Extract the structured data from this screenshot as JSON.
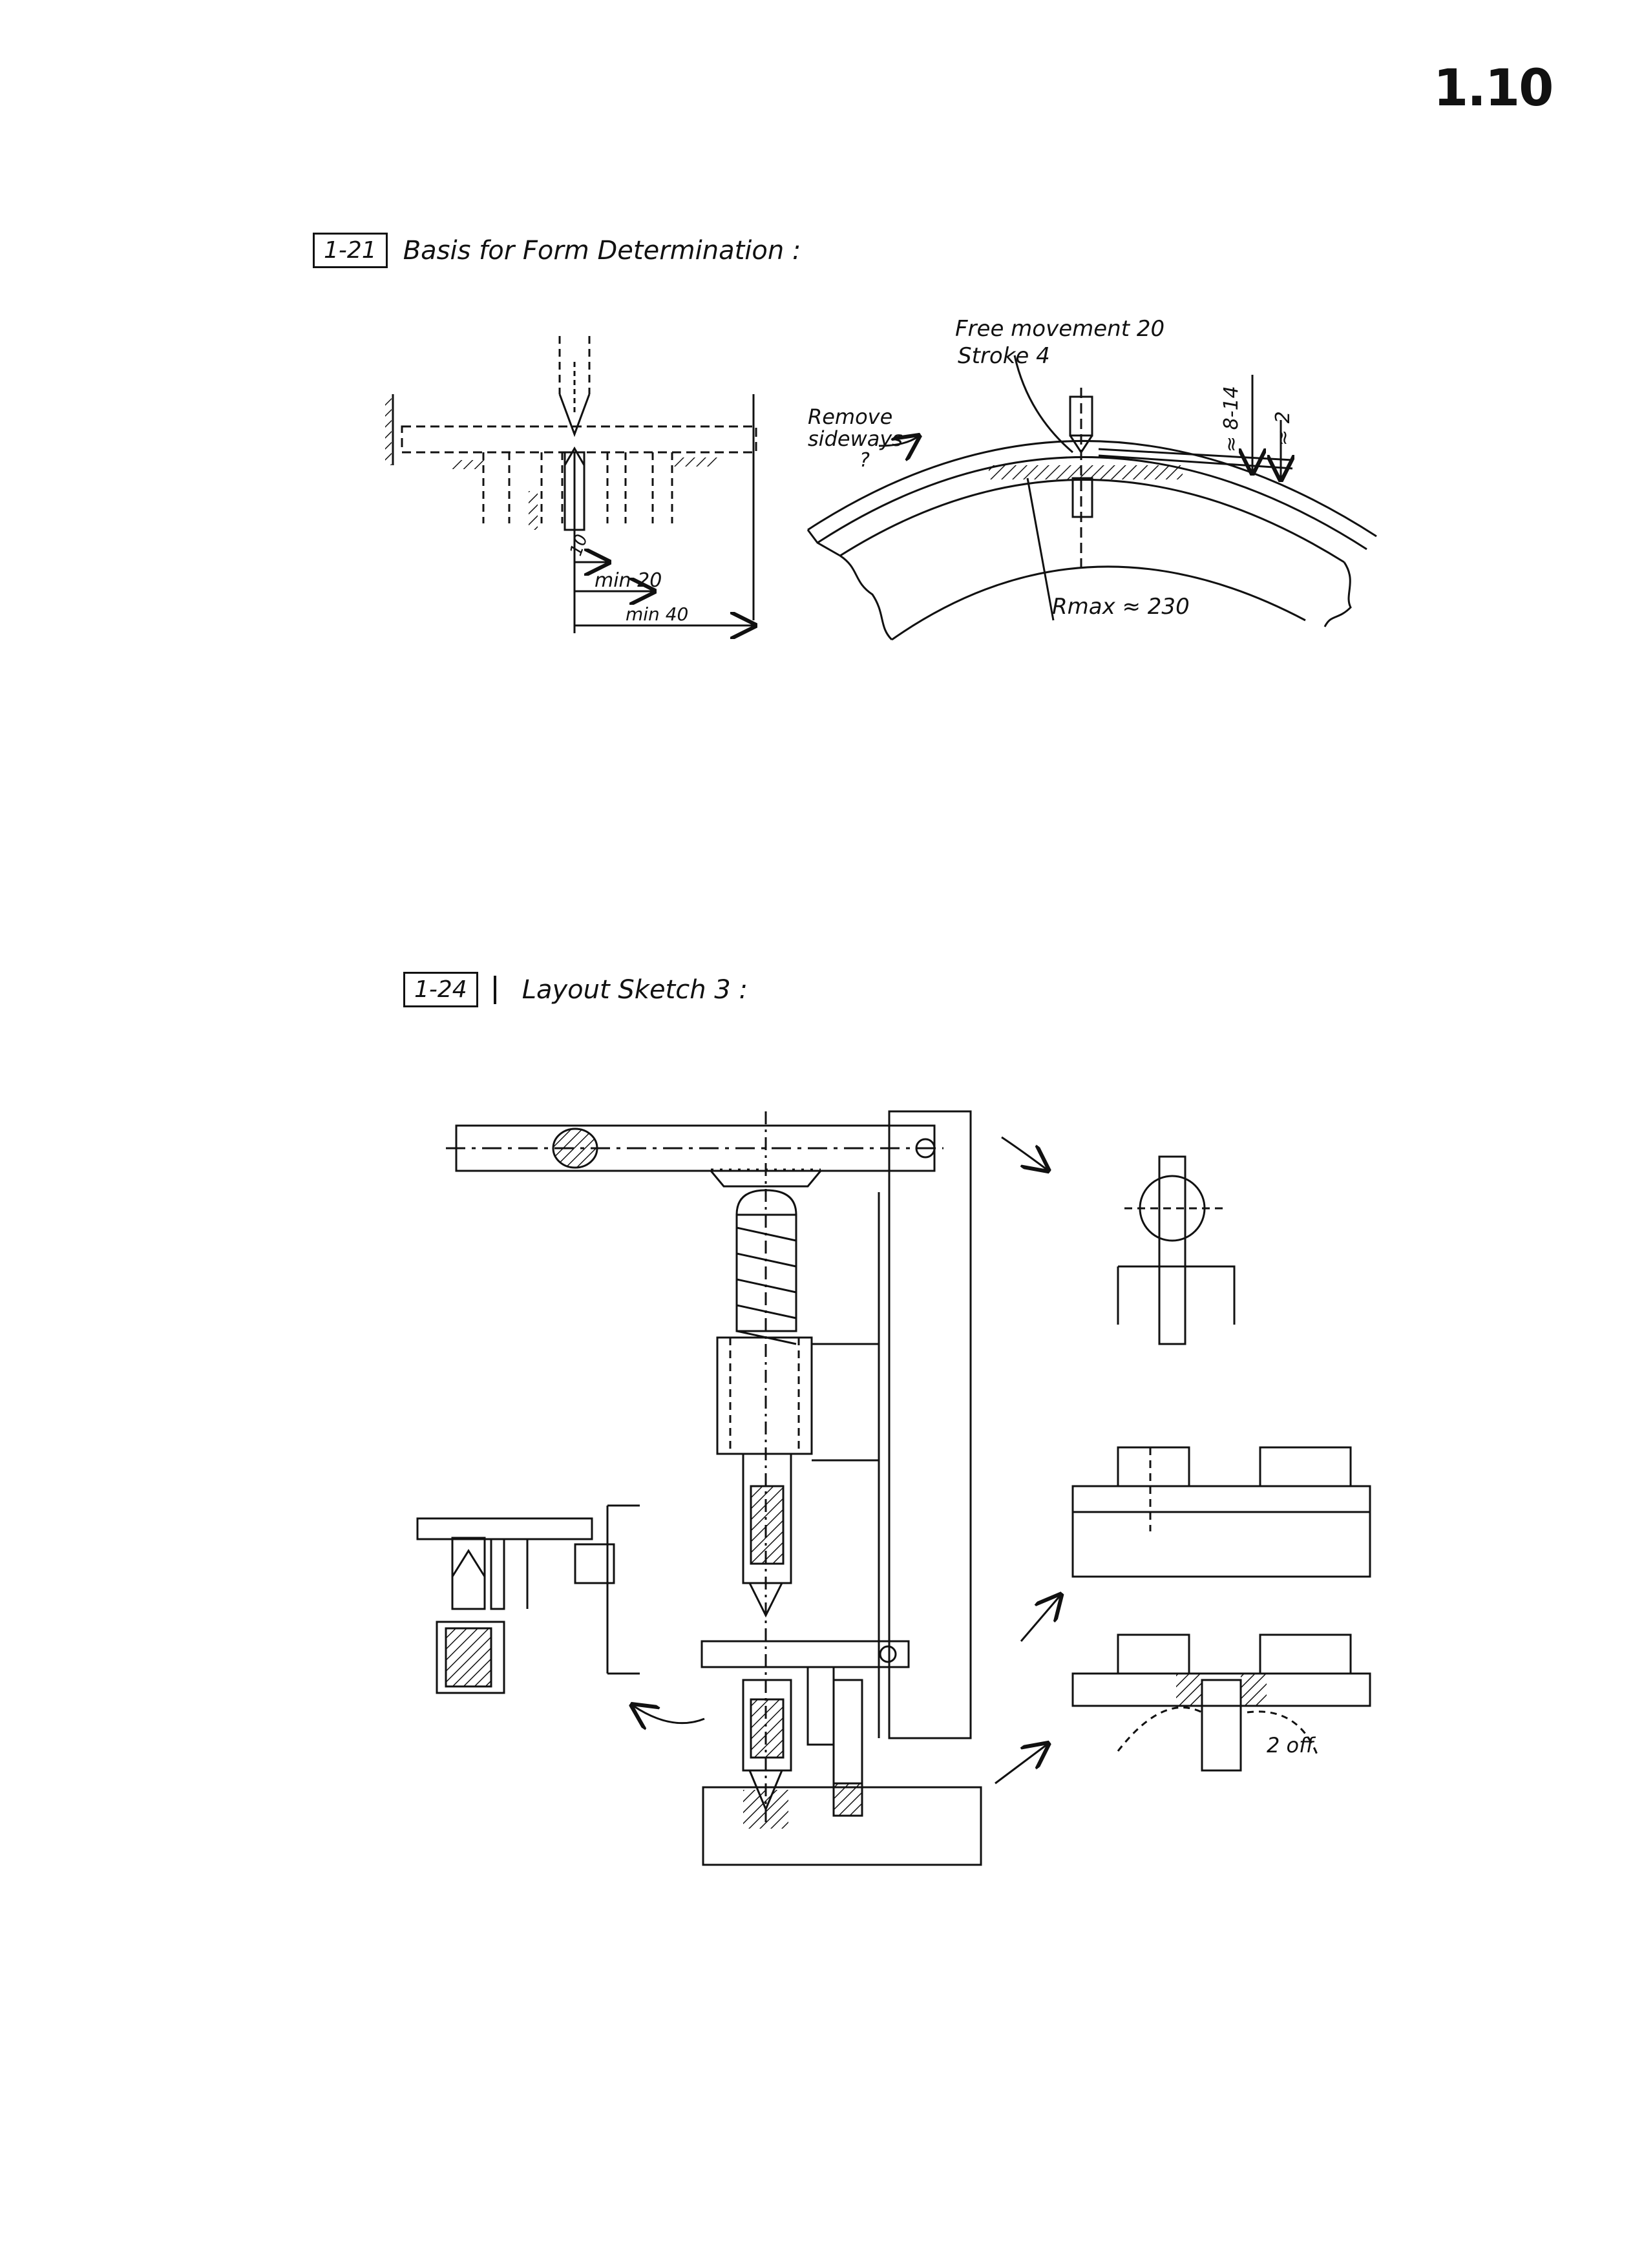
{
  "page_number": "1.10",
  "sections": [
    {
      "id": "1-21",
      "title": "Basis for Form Determination :"
    },
    {
      "id": "1-24",
      "title": "Layout Sketch 3 :"
    }
  ],
  "labels_121": {
    "dim_10": "10",
    "dim_min20": "min 20",
    "dim_min40": "min 40",
    "free_movement": "Free movement 20",
    "stroke": "Stroke 4",
    "remove": "Remove",
    "sideways": "sideways",
    "qmark": "?",
    "r_max": "Rmax ≈ 230",
    "approx_8_14": "≈ 8-14",
    "approx_2": "≈ 2"
  },
  "labels_124": {
    "two_off": "2 off"
  }
}
